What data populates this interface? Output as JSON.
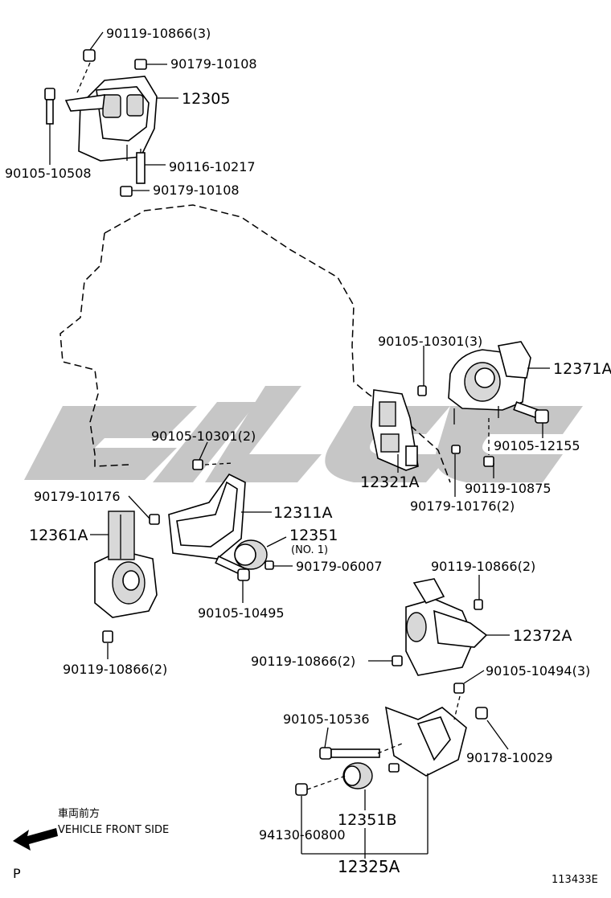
{
  "labels": {
    "p1": "90119-10866(3)",
    "p2": "90179-10108",
    "p3": "12305",
    "p4": "90105-10508",
    "p5": "90116-10217",
    "p6": "90179-10108",
    "p7": "90105-10301(3)",
    "p8": "12371A",
    "p9": "90105-12155",
    "p10": "12321A",
    "p11": "90119-10875",
    "p12": "90179-10176(2)",
    "p13": "90105-10301(2)",
    "p14": "90179-10176",
    "p15": "12311A",
    "p16": "12361A",
    "p17": "12351",
    "p18": "(NO. 1)",
    "p19": "90179-06007",
    "p20": "90105-10495",
    "p21": "90119-10866(2)",
    "p22": "90119-10866(2)",
    "p23": "12372A",
    "p24": "90119-10866(2)",
    "p25": "90105-10494(3)",
    "p26": "90105-10536",
    "p27": "90178-10029",
    "p28": "12351B",
    "p29": "94130-60800",
    "p30": "12325A"
  },
  "front": {
    "jp": "車両前方",
    "en": "VEHICLE FRONT SIDE"
  },
  "corner": "P",
  "diagram_id": "113433E"
}
